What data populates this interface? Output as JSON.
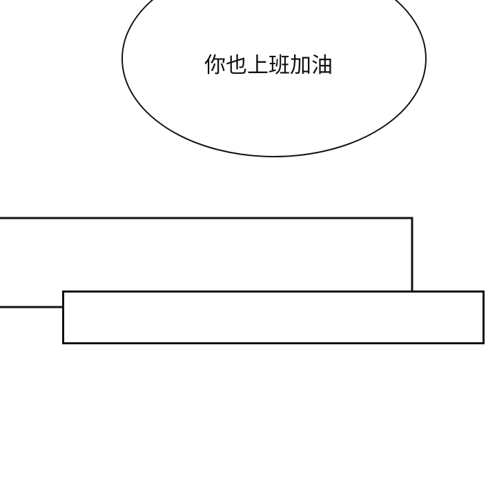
{
  "speech_bubble": {
    "text": "你也上班加油",
    "shape": "ellipse",
    "stroke_color": "#111111",
    "fill_color": "#ffffff"
  },
  "panels": [
    {
      "id": "upper-panel-frame",
      "stroke_color": "#111111"
    },
    {
      "id": "lower-panel-frame",
      "stroke_color": "#111111"
    }
  ],
  "colors": {
    "background": "#ffffff",
    "line": "#111111"
  }
}
